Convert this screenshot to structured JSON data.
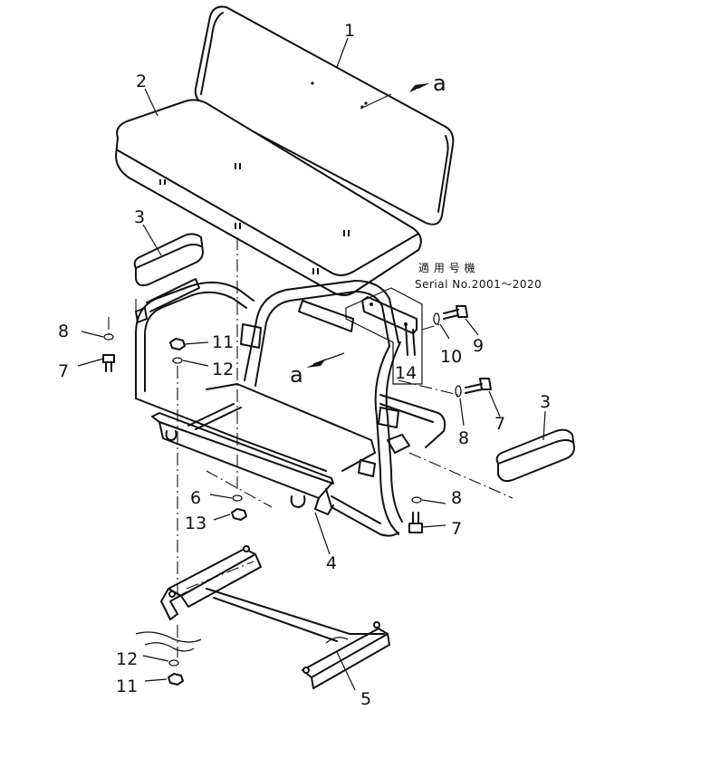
{
  "callouts": {
    "c1": "1",
    "c2": "2",
    "c3_left": "3",
    "c3_right": "3",
    "c4": "4",
    "c5": "5",
    "c6": "6",
    "c7_left": "7",
    "c7_right_upper": "7",
    "c7_right_lower": "7",
    "c8_left": "8",
    "c8_right_upper": "8",
    "c8_right_lower": "8",
    "c9": "9",
    "c10": "10",
    "c11_upper": "11",
    "c11_lower": "11",
    "c12_upper": "12",
    "c12_lower": "12",
    "c13": "13",
    "c14": "14",
    "ref_a_upper": "a",
    "ref_a_lower": "a"
  },
  "note": {
    "applicability": "適 用 号 機",
    "serial": "Serial No.2001～2020"
  }
}
